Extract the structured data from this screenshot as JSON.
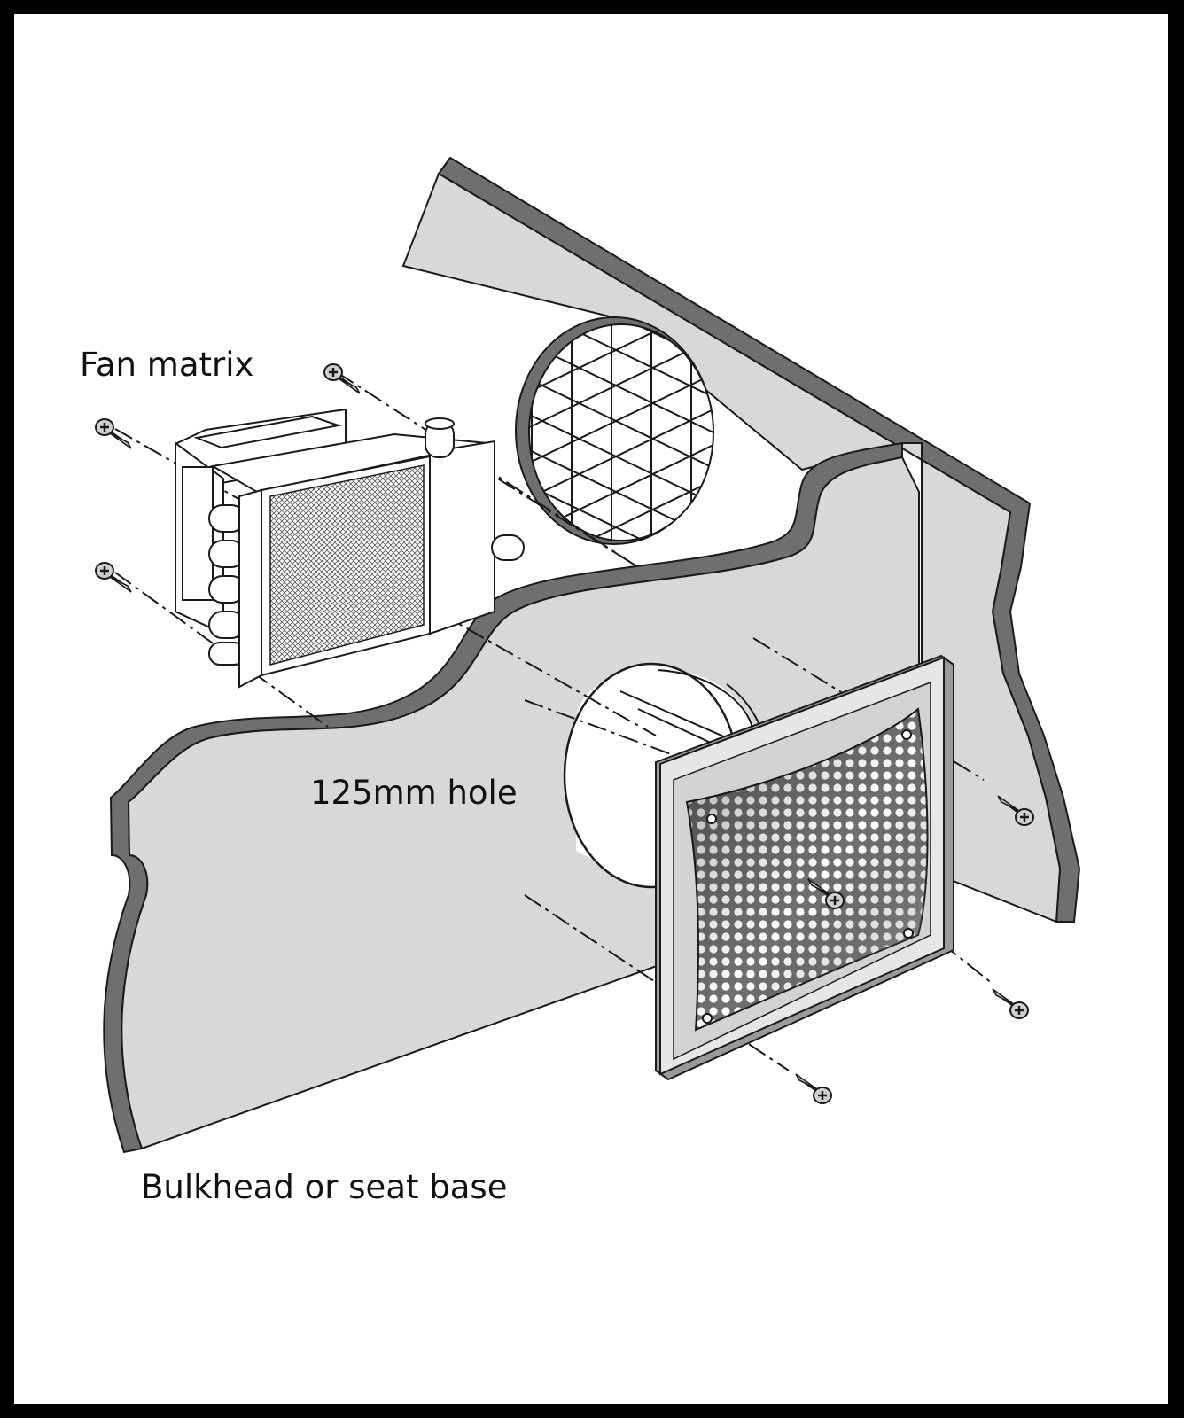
{
  "labels": {
    "fan_matrix": "Fan matrix",
    "hole": "125mm hole",
    "base": "Bulkhead or seat base"
  },
  "colors": {
    "panel_fill": "#d9d8d8",
    "panel_edge": "#6f6f6f",
    "line": "#1a1a1a",
    "frame": "#000000",
    "background": "#ffffff"
  },
  "icons": {
    "screw": "phillips-screw-icon"
  }
}
